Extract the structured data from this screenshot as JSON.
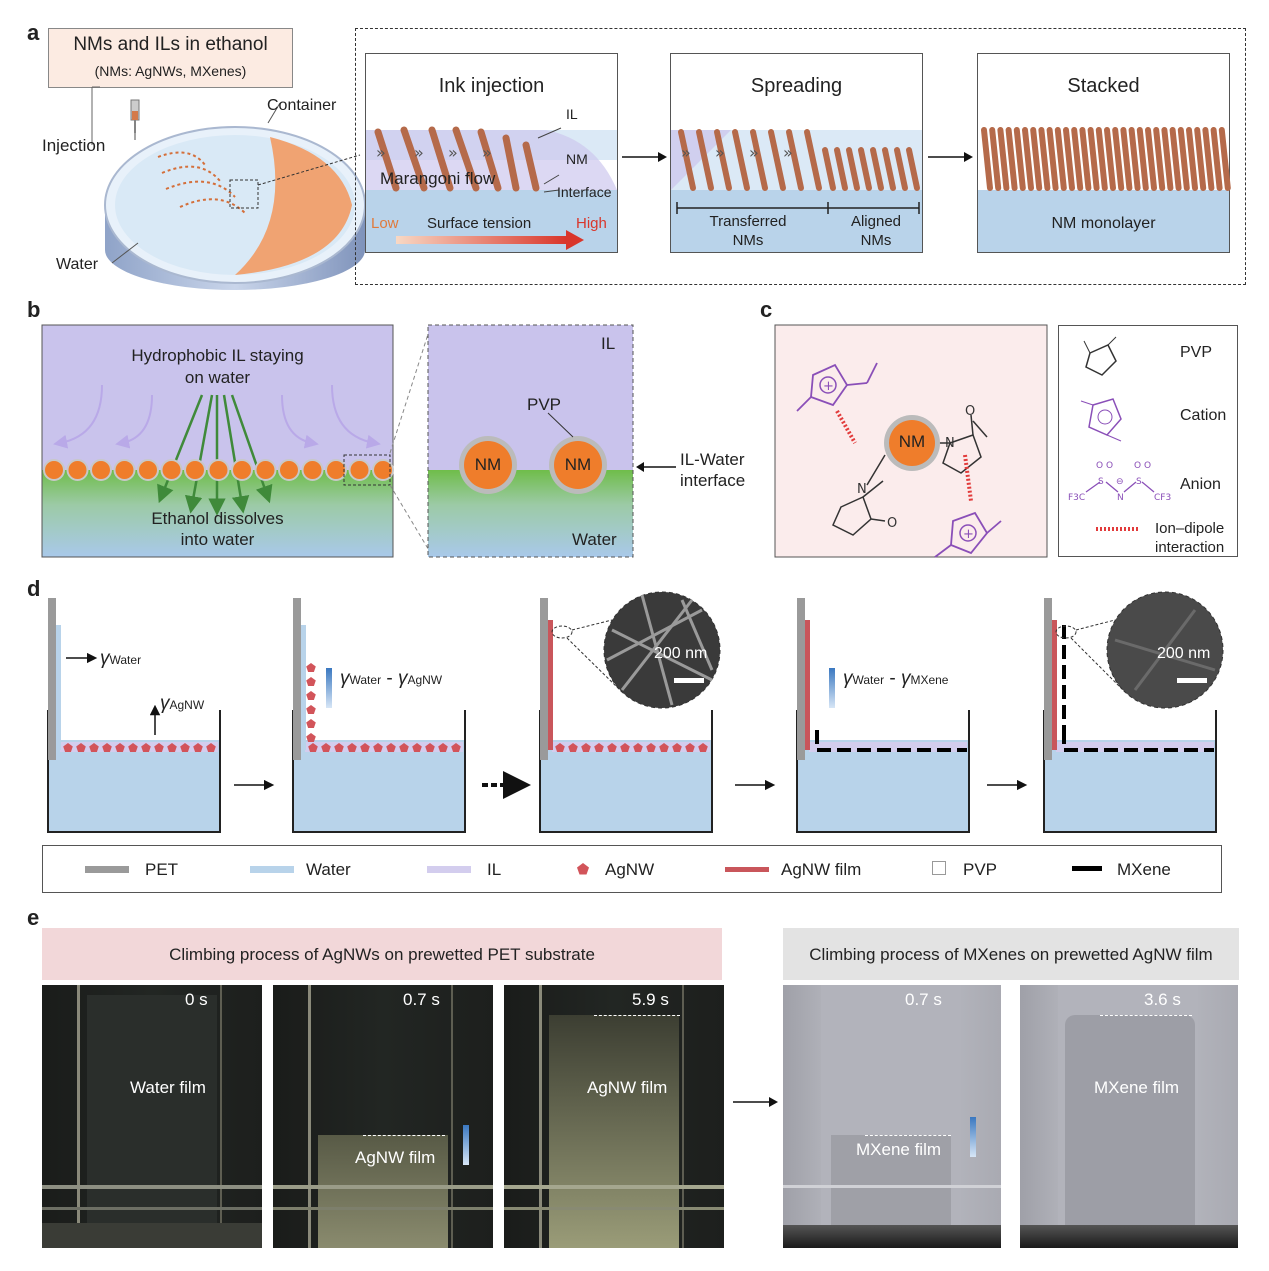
{
  "panels": {
    "a": "a",
    "b": "b",
    "c": "c",
    "d": "d",
    "e": "e"
  },
  "a": {
    "ink_box_title": "NMs and ILs in ethanol",
    "ink_box_sub": "(NMs: AgNWs, MXenes)",
    "injection": "Injection",
    "container": "Container",
    "water": "Water",
    "step1_title": "Ink injection",
    "il": "IL",
    "nm": "NM",
    "marangoni": "Marangoni flow",
    "interface": "Interface",
    "low": "Low",
    "surface_tension": "Surface tension",
    "high": "High",
    "step2_title": "Spreading",
    "transferred": "Transferred",
    "nms1": "NMs",
    "aligned": "Aligned",
    "nms2": "NMs",
    "step3_title": "Stacked",
    "monolayer": "NM monolayer"
  },
  "b": {
    "hydro1": "Hydrophobic IL staying",
    "hydro2": "on water",
    "eth1": "Ethanol dissolves",
    "eth2": "into water",
    "il": "IL",
    "pvp": "PVP",
    "nm1": "NM",
    "nm2": "NM",
    "water": "Water",
    "interface1": "IL-Water",
    "interface2": "interface"
  },
  "c": {
    "nm": "NM",
    "legend_pvp": "PVP",
    "legend_cation": "Cation",
    "legend_anion": "Anion",
    "legend_ion1": "Ion–dipole",
    "legend_ion2": "interaction"
  },
  "d": {
    "gamma_water": "γ",
    "sub_water": "Water",
    "gamma_agnw": "γ",
    "sub_agnw": "AgNW",
    "eq1_g1": "γ",
    "eq1_s1": "Water",
    "eq1_minus": " - ",
    "eq1_g2": "γ",
    "eq1_s2": "AgNW",
    "eq2_g1": "γ",
    "eq2_s1": "Water",
    "eq2_minus": " - ",
    "eq2_g2": "γ",
    "eq2_s2": "MXene",
    "scale1": "200 nm",
    "scale2": "200 nm",
    "legend": [
      {
        "label": "PET"
      },
      {
        "label": "Water"
      },
      {
        "label": "IL"
      },
      {
        "label": "AgNW"
      },
      {
        "label": "AgNW film"
      },
      {
        "label": "PVP"
      },
      {
        "label": "MXene"
      }
    ]
  },
  "e": {
    "banner_left": "Climbing process of AgNWs on prewetted PET substrate",
    "banner_right": "Climbing process of MXenes on prewetted AgNW film",
    "photos": [
      {
        "time": "0 s",
        "label": "Water film"
      },
      {
        "time": "0.7 s",
        "label": "AgNW film"
      },
      {
        "time": "5.9 s",
        "label": "AgNW film"
      },
      {
        "time": "0.7 s",
        "label": "MXene film"
      },
      {
        "time": "3.6 s",
        "label": "MXene film"
      }
    ]
  },
  "colors": {
    "pet": "#9a9a9a",
    "water": "#b8d3ea",
    "il": "#d3cdee",
    "agnw": "#d2545a",
    "agnw_film": "#c9565b",
    "mxene": "#000000",
    "nm": "#ef7d2b",
    "green": "#6fb04c",
    "purple_il": "#c9c3ec",
    "arrow_blue": "#3a78c0"
  }
}
